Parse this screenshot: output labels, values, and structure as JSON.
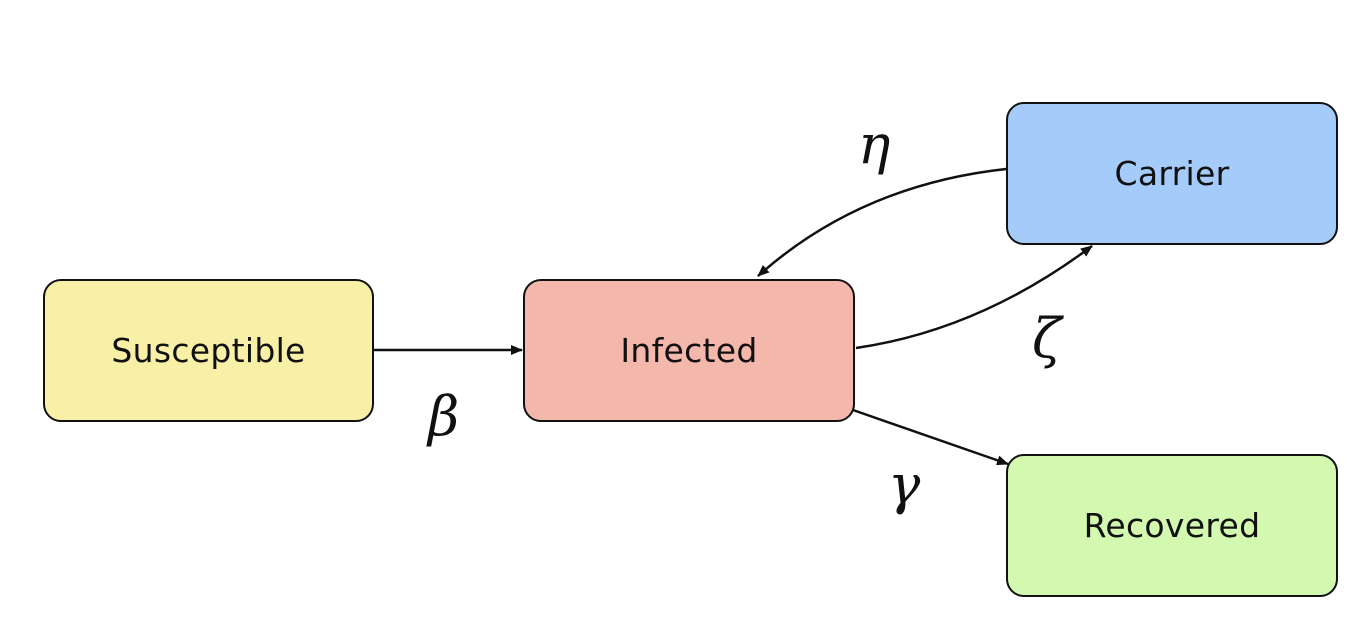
{
  "nodes": {
    "susceptible": {
      "label": "Susceptible",
      "color": "#f9f0a8"
    },
    "infected": {
      "label": "Infected",
      "color": "#f4b7ac"
    },
    "carrier": {
      "label": "Carrier",
      "color": "#a4cbfa"
    },
    "recovered": {
      "label": "Recovered",
      "color": "#d3f9b0"
    }
  },
  "rates": {
    "beta": "β",
    "eta": "η",
    "zeta": "ζ",
    "gamma": "γ"
  },
  "colors": {
    "stroke": "#111111"
  }
}
